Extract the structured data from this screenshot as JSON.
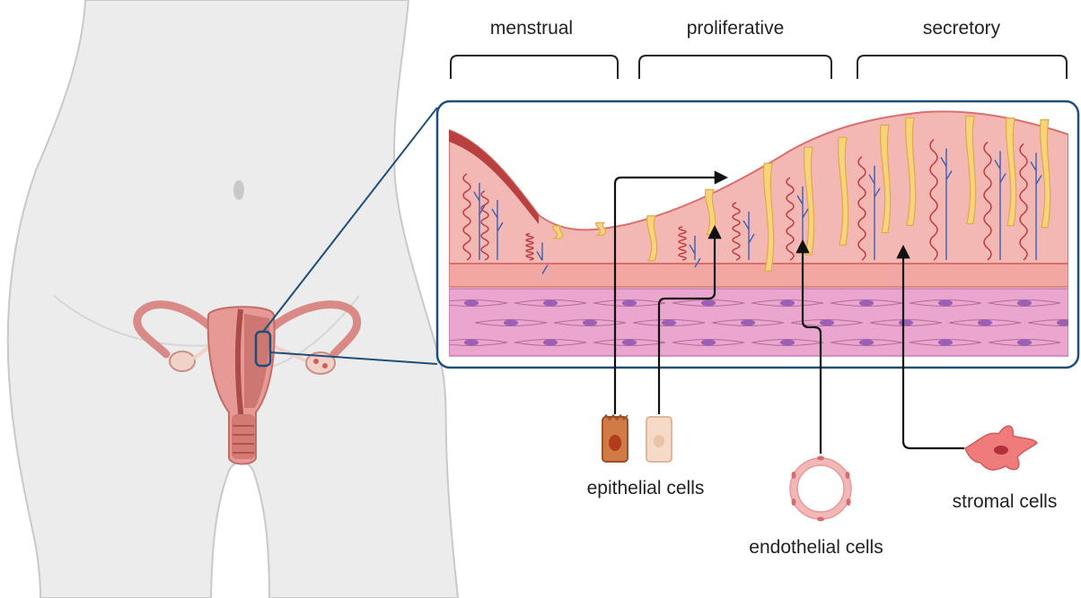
{
  "phases": {
    "menstrual": "menstrual",
    "proliferative": "proliferative",
    "secretory": "secretory"
  },
  "cells": {
    "epithelial": "epithelial cells",
    "endothelial": "endothelial cells",
    "stromal": "stromal cells"
  },
  "colors": {
    "callout_border": "#1f4e79",
    "endometrium": "#f4b8b4",
    "endometrium_edge": "#d9706c",
    "basal_layer": "#f3a7a2",
    "myometrium": "#eaa6cf",
    "muscle_cell": "#9b5fb5",
    "gland": "#f7d37a",
    "artery": "#c0393f",
    "vein": "#3b5fb5",
    "body": "#ececec"
  }
}
